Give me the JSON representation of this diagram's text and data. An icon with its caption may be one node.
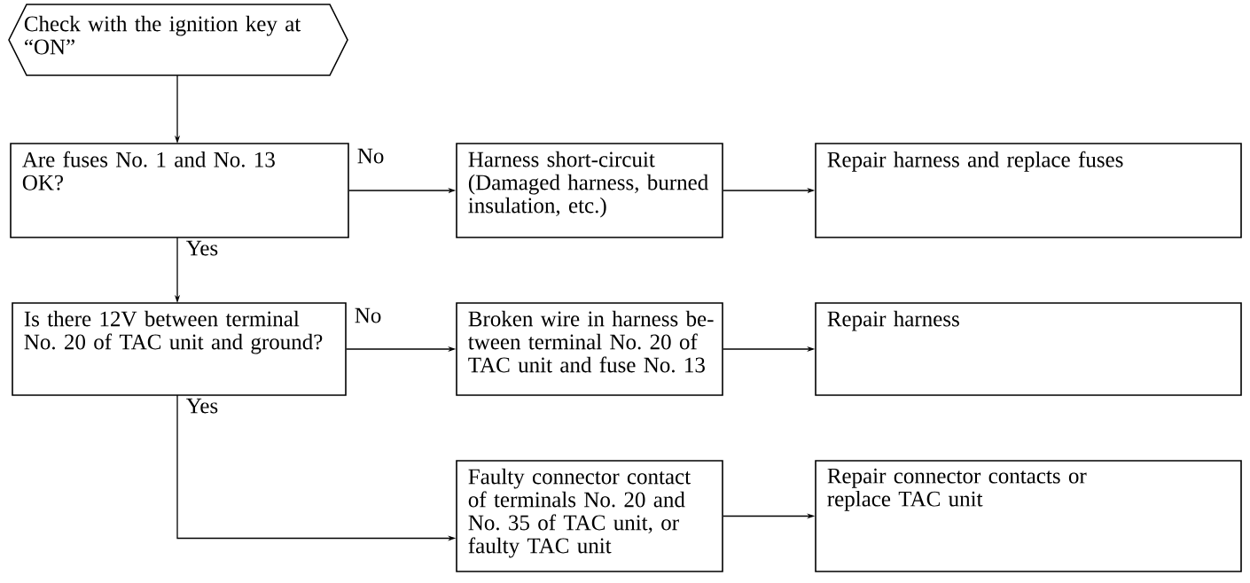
{
  "diagram": {
    "nodes": [
      {
        "text": [
          "Check with the ignition key at “ON”"
        ]
      },
      {
        "text": [
          "Are fuses No. 1 and No. 13 OK?"
        ]
      },
      {
        "text": [
          "Harness short-circuit (Damaged harness, burned insulation, etc.)"
        ]
      },
      {
        "text": [
          "Repair harness and replace fuses"
        ]
      },
      {
        "text": [
          "Is there 12V between terminal No. 20 of TAC unit and ground?"
        ]
      },
      {
        "text": [
          "Broken wire in harness be- tween terminal No. 20 of TAC unit and fuse No. 13"
        ]
      },
      {
        "text": [
          "Repair harness"
        ]
      },
      {
        "text": [
          "Faulty connector contact of terminals No. 20 and No. 35 of TAC unit, or faulty TAC unit"
        ]
      },
      {
        "text": [
          "Repair connector contacts or replace TAC unit"
        ]
      }
    ],
    "edges": [
      {
        "from": 0,
        "to": 1,
        "arrow": "to"
      },
      {
        "from": 1,
        "to": 2,
        "arrow": "to",
        "label": "No"
      },
      {
        "from": 2,
        "to": 3,
        "arrow": "to"
      },
      {
        "from": 1,
        "to": 4,
        "arrow": "to",
        "label": "Yes"
      },
      {
        "from": 4,
        "to": 5,
        "arrow": "to",
        "label": "No"
      },
      {
        "from": 5,
        "to": 6,
        "arrow": "to"
      },
      {
        "from": 4,
        "to": 7,
        "arrow": "to",
        "label": "Yes"
      },
      {
        "from": 7,
        "to": 8,
        "arrow": "to"
      }
    ]
  }
}
